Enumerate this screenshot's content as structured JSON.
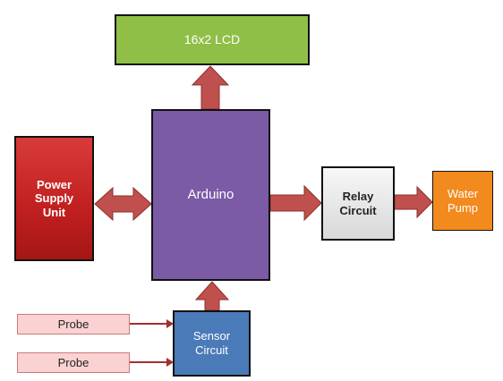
{
  "blocks": {
    "lcd": "16x2 LCD",
    "arduino": "Arduino",
    "power_supply": "Power\nSupply\nUnit",
    "relay": "Relay\nCircuit",
    "water_pump": "Water\nPump",
    "sensor": "Sensor\nCircuit",
    "probe1": "Probe",
    "probe2": "Probe"
  },
  "colors": {
    "arrow": "#c0504d",
    "arrow_outline": "#8c2f2c"
  }
}
